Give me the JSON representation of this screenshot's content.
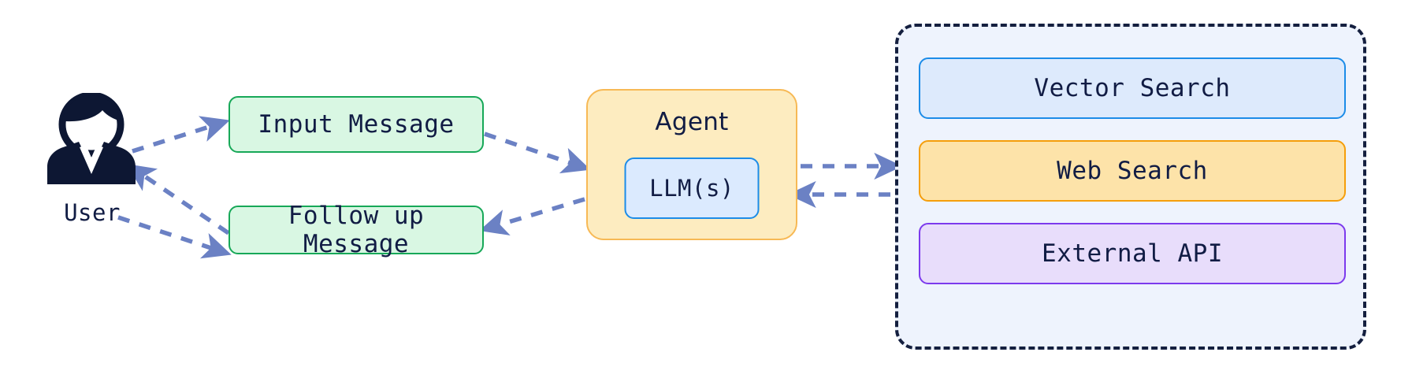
{
  "diagram": {
    "title": "Agent with tools architecture",
    "colors": {
      "arrow": "#6b81c4",
      "message_border": "#17a858",
      "message_fill": "#d9f7e3",
      "agent_border": "#f7b955",
      "agent_fill": "#fdecc0",
      "llm_border": "#1c8ce8",
      "llm_fill": "#dbeafe",
      "panel_border": "#141f3f",
      "panel_fill": "#eef3fd",
      "vector_border": "#1c8ce8",
      "vector_fill": "#ddeafc",
      "web_border": "#f59e0b",
      "web_fill": "#fde3a9",
      "api_border": "#7c3aed",
      "api_fill": "#e8ddfb",
      "text": "#111c44",
      "user_icon": "#0d1733"
    },
    "user": {
      "label": "User",
      "icon": "user-avatar-icon"
    },
    "messages": [
      {
        "id": "input-message",
        "label": "Input Message"
      },
      {
        "id": "follow-up-message",
        "label": "Follow up Message"
      }
    ],
    "agent": {
      "label": "Agent",
      "llm": {
        "label": "LLM(s)"
      }
    },
    "tools": [
      {
        "id": "vector-search",
        "label": "Vector Search"
      },
      {
        "id": "web-search",
        "label": "Web Search"
      },
      {
        "id": "external-api",
        "label": "External API"
      }
    ],
    "edges": [
      {
        "from": "user",
        "to": "input-message",
        "style": "dashed",
        "direction": "forward"
      },
      {
        "from": "input-message",
        "to": "agent",
        "style": "dashed",
        "direction": "forward"
      },
      {
        "from": "agent",
        "to": "follow-up-message",
        "style": "dashed",
        "direction": "forward"
      },
      {
        "from": "follow-up-message",
        "to": "user",
        "style": "dashed",
        "direction": "forward"
      },
      {
        "from": "user",
        "to": "follow-up-message",
        "style": "dashed",
        "direction": "forward"
      },
      {
        "from": "agent",
        "to": "tools",
        "style": "dashed",
        "direction": "forward"
      },
      {
        "from": "tools",
        "to": "agent",
        "style": "dashed",
        "direction": "forward"
      }
    ]
  }
}
